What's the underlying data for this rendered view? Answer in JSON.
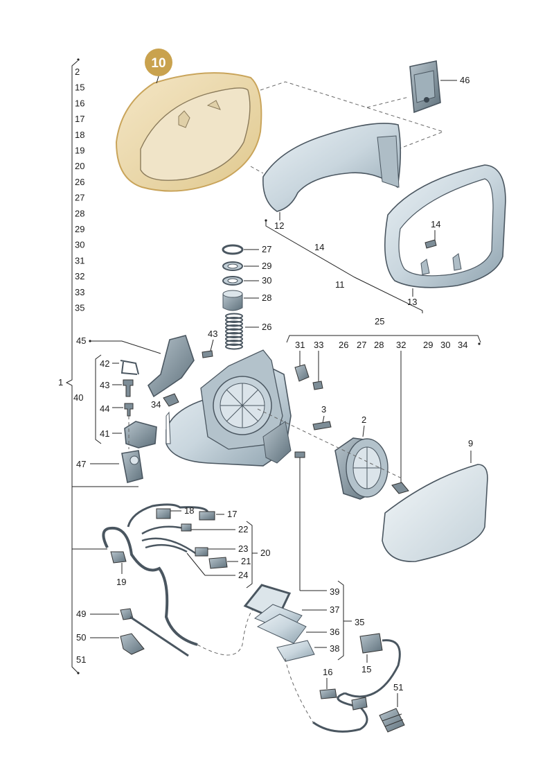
{
  "highlight_badge": "10",
  "left_index": {
    "title": "1",
    "items": [
      "2",
      "15",
      "16",
      "17",
      "18",
      "19",
      "20",
      "26",
      "27",
      "28",
      "29",
      "30",
      "31",
      "32",
      "33",
      "35"
    ],
    "bottom_items": [
      "45",
      "42",
      "43",
      "40",
      "44",
      "34",
      "41",
      "47",
      "18",
      "17",
      "22",
      "23",
      "21",
      "20",
      "24",
      "19",
      "49",
      "50",
      "51",
      "39",
      "37",
      "36",
      "35",
      "38",
      "16",
      "15",
      "51"
    ]
  },
  "right_top_row": [
    "31",
    "33",
    "26",
    "27",
    "28",
    "32",
    "29",
    "30",
    "34"
  ],
  "labels": {
    "l46": "46",
    "l12": "12",
    "l14a": "14",
    "l14b": "14",
    "l11": "11",
    "l13": "13",
    "l27": "27",
    "l29": "29",
    "l30": "30",
    "l28": "28",
    "l26": "26",
    "l43t": "43",
    "l45": "45",
    "l42": "42",
    "l43": "43",
    "l40": "40",
    "l44": "44",
    "l34": "34",
    "l41": "41",
    "l47": "47",
    "l25": "25",
    "l3": "3",
    "l2": "2",
    "l9": "9",
    "l18": "18",
    "l17": "17",
    "l22": "22",
    "l23": "23",
    "l21": "21",
    "l20": "20",
    "l24": "24",
    "l19": "19",
    "l49": "49",
    "l50": "50",
    "l51": "51",
    "l39": "39",
    "l37": "37",
    "l36": "36",
    "l35": "35",
    "l38": "38",
    "l16": "16",
    "l15": "15",
    "l51b": "51"
  }
}
